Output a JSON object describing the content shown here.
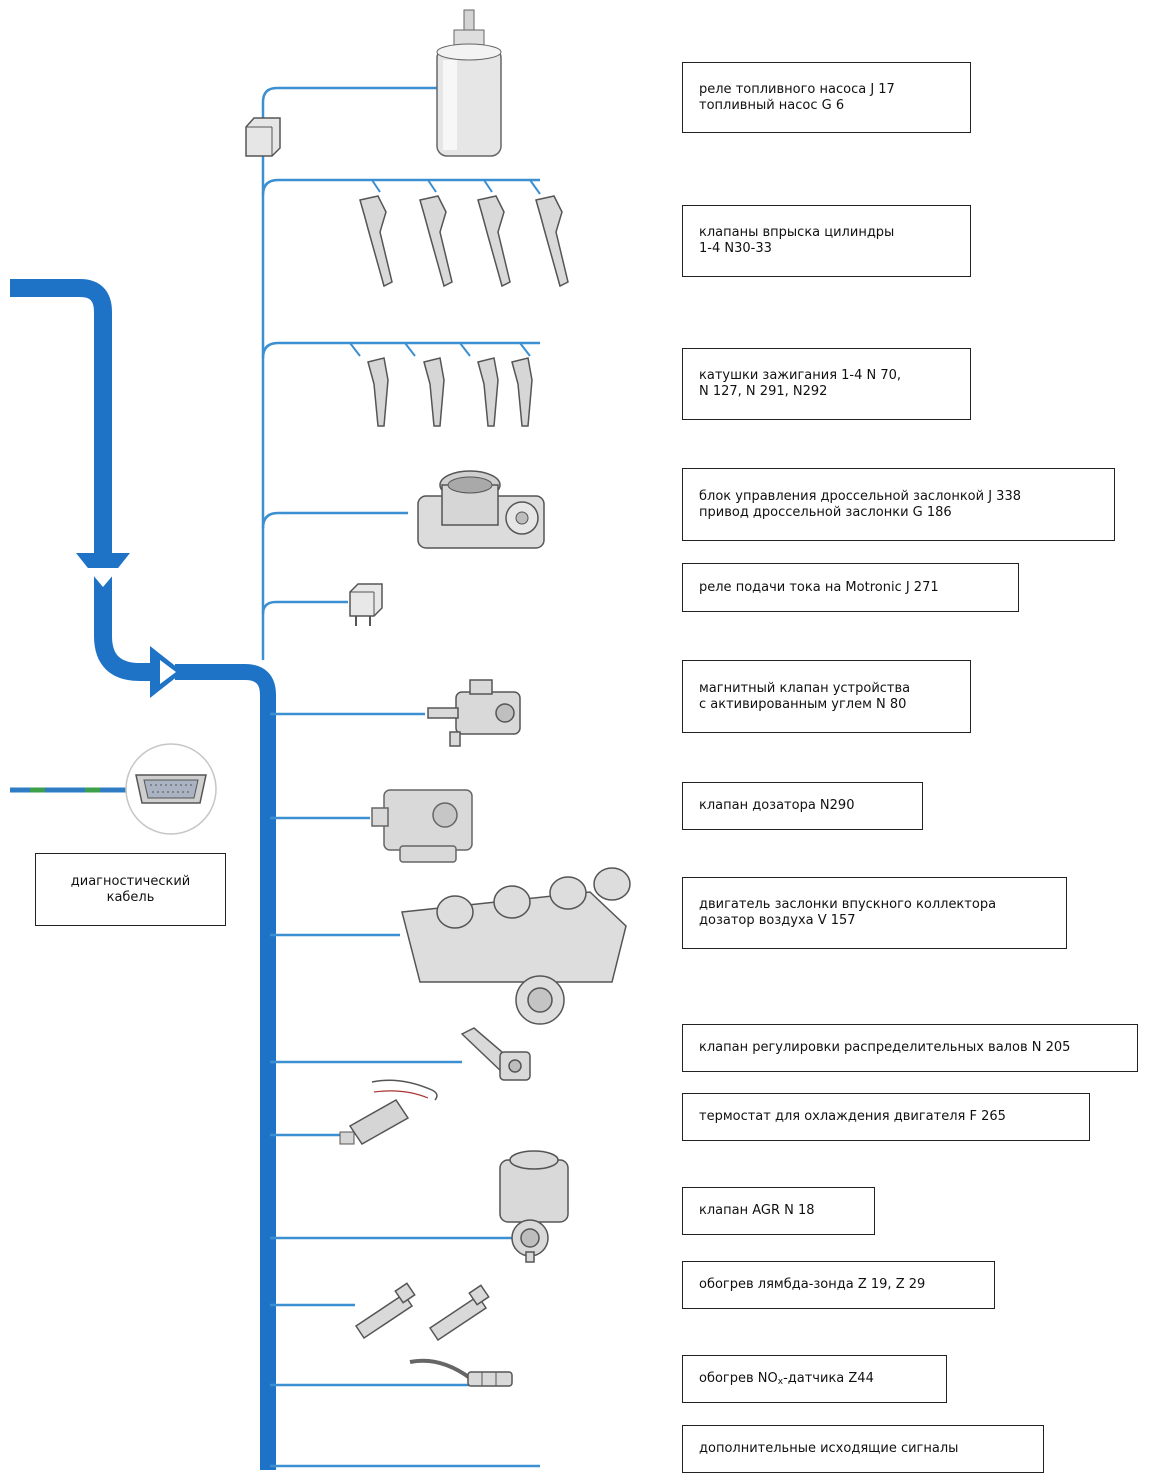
{
  "diag_cable": {
    "line1": "диагностический",
    "line2": "кабель"
  },
  "components": [
    {
      "line1": "реле топливного насоса  J 17",
      "line2": "топливный насос G 6"
    },
    {
      "line1": "клапаны впрыска цилиндры",
      "line2": "1-4 N30-33"
    },
    {
      "line1": "катушки зажигания 1-4 N 70,",
      "line2": "N 127, N 291, N292"
    },
    {
      "line1": "блок управления дроссельной заслонкой J 338",
      "line2": "привод дроссельной заслонки G 186"
    },
    {
      "line1": "реле подачи тока на Motronic J 271"
    },
    {
      "line1": "магнитный клапан устройства",
      "line2": "с активированным углем N 80"
    },
    {
      "line1": "клапан дозатора N290"
    },
    {
      "line1": "двигатель заслонки впускного коллектора",
      "line2": "дозатор воздуха V 157"
    },
    {
      "line1": "клапан регулировки распределительных валов N 205"
    },
    {
      "line1": "термостат для охлаждения двигателя F 265"
    },
    {
      "line1": "клапан AGR N 18"
    },
    {
      "line1": "обогрев лямбда-зонда Z 19, Z 29"
    },
    {
      "line1_pre": "обогрев NO",
      "line1_sub": "x",
      "line1_post": "-датчика Z44"
    },
    {
      "line1": "дополнительные исходящие сигналы"
    }
  ],
  "colors": {
    "bus": "#1f73c6",
    "wire": "#3c8fd0",
    "box_border": "#222222",
    "part_stroke": "#666666",
    "part_fill": "#e2e2e2"
  }
}
